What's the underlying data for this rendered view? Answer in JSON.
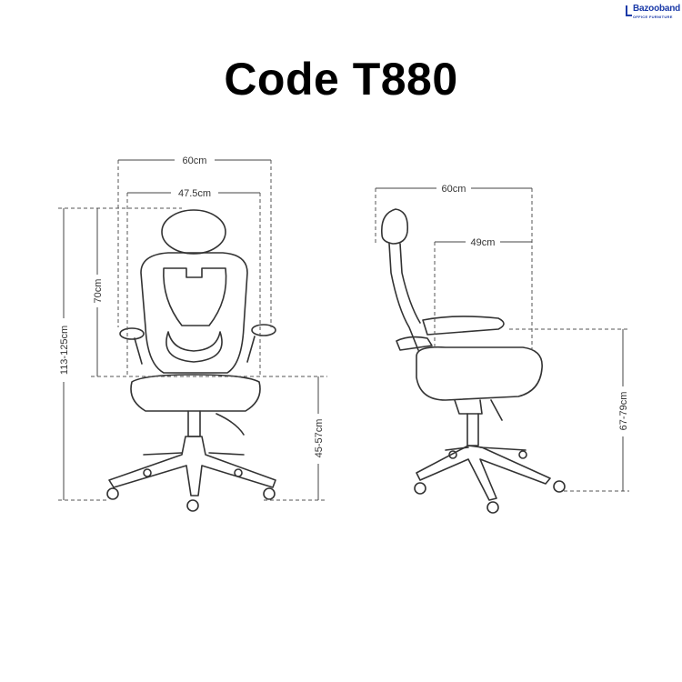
{
  "logo": {
    "name": "Bazooband",
    "tagline": "OFFICE FURNITURE",
    "color": "#1a3aa8"
  },
  "title": "Code T880",
  "front_view": {
    "overall_width": "60cm",
    "seat_width": "47.5cm",
    "total_height": "113-125cm",
    "back_height": "70cm",
    "seat_height": "45-57cm"
  },
  "side_view": {
    "overall_depth": "60cm",
    "seat_depth": "49cm",
    "armrest_height": "67-79cm"
  }
}
